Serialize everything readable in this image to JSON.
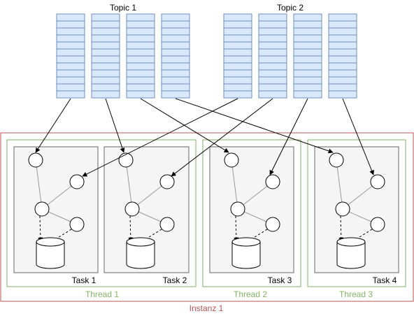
{
  "topics": [
    {
      "label": "Topic 1",
      "partitions": 4
    },
    {
      "label": "Topic 2",
      "partitions": 4
    }
  ],
  "instance": {
    "label": "Instanz 1",
    "color": "#b85450"
  },
  "threads": [
    {
      "label": "Thread 1",
      "tasks": [
        "Task 1",
        "Task 2"
      ]
    },
    {
      "label": "Thread 2",
      "tasks": [
        "Task 3"
      ]
    },
    {
      "label": "Thread 3",
      "tasks": [
        "Task 4"
      ]
    }
  ],
  "colors": {
    "partition_fill": "#dae8fc",
    "partition_stroke": "#6c8ebf",
    "thread_stroke": "#82b366",
    "thread_label": "#82b366",
    "task_fill": "#f5f5f5",
    "task_stroke": "#666666",
    "instance_stroke": "#b85450",
    "arrow": "#000000"
  },
  "icons": {
    "node": "circle",
    "store": "database-cylinder"
  }
}
